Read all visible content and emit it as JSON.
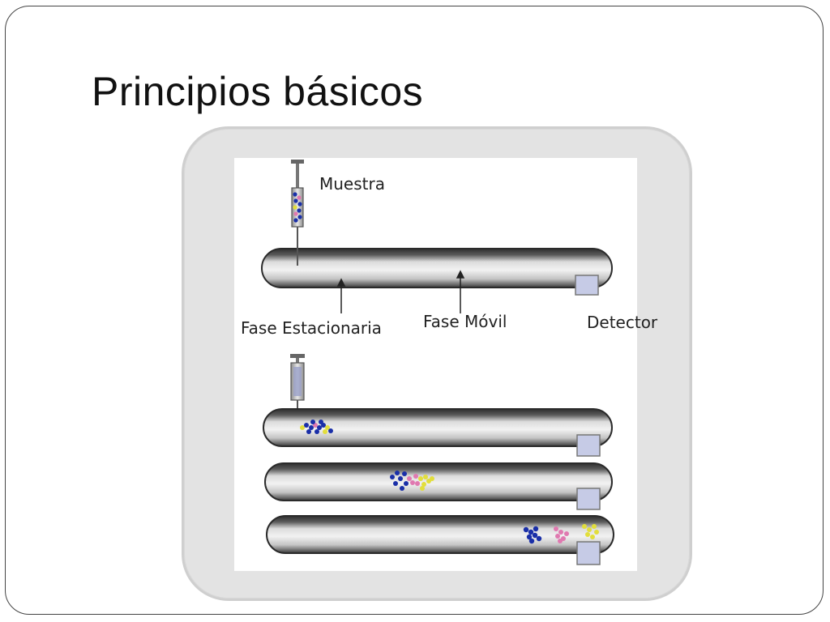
{
  "slide": {
    "title": "Principios básicos"
  },
  "diagram": {
    "labels": {
      "sample": "Muestra",
      "stationary_phase": "Fase Estacionaria",
      "mobile_phase": "Fase Móvil",
      "detector": "Detector"
    },
    "colors": {
      "tube_dark": "#3c3c3c",
      "tube_light": "#e6e6e6",
      "detector": "#c6cbe6",
      "component_a": "#1a2fa8",
      "component_b": "#e079b0",
      "component_c": "#e2de3c"
    }
  }
}
